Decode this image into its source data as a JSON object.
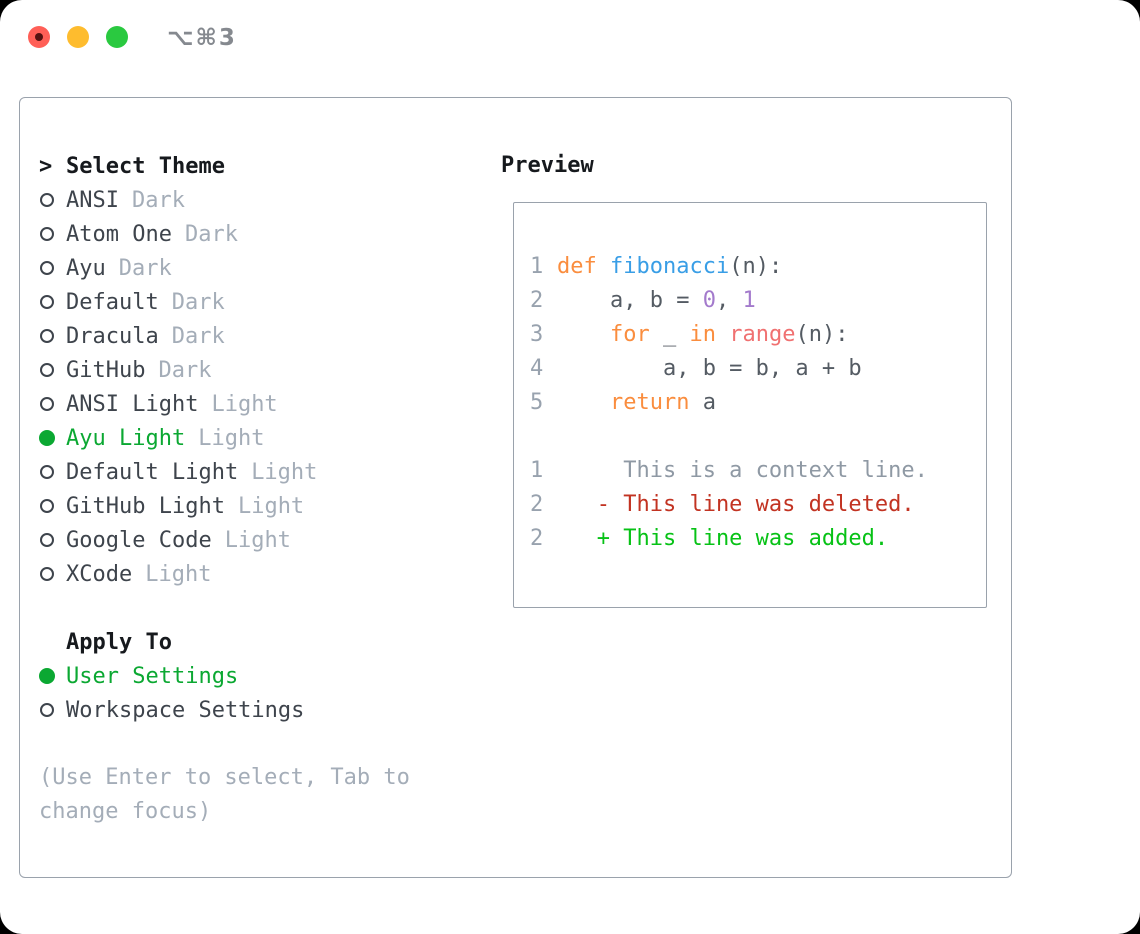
{
  "window": {
    "title": "⌥⌘3",
    "controls": [
      "close-button",
      "minimize-button",
      "zoom-button"
    ]
  },
  "theme_list": {
    "header_prefix": ">",
    "header": "Select Theme",
    "items": [
      {
        "name": "ANSI",
        "variant": "Dark",
        "selected": false
      },
      {
        "name": "Atom One",
        "variant": "Dark",
        "selected": false
      },
      {
        "name": "Ayu",
        "variant": "Dark",
        "selected": false
      },
      {
        "name": "Default",
        "variant": "Dark",
        "selected": false
      },
      {
        "name": "Dracula",
        "variant": "Dark",
        "selected": false
      },
      {
        "name": "GitHub",
        "variant": "Dark",
        "selected": false
      },
      {
        "name": "ANSI Light",
        "variant": "Light",
        "selected": false
      },
      {
        "name": "Ayu Light",
        "variant": "Light",
        "selected": true
      },
      {
        "name": "Default Light",
        "variant": "Light",
        "selected": false
      },
      {
        "name": "GitHub Light",
        "variant": "Light",
        "selected": false
      },
      {
        "name": "Google Code",
        "variant": "Light",
        "selected": false
      },
      {
        "name": "XCode",
        "variant": "Light",
        "selected": false
      }
    ]
  },
  "apply_to": {
    "header": "Apply To",
    "options": [
      {
        "label": "User Settings",
        "selected": true
      },
      {
        "label": "Workspace Settings",
        "selected": false
      }
    ]
  },
  "hint": {
    "line1": "(Use Enter to select, Tab to",
    "line2": "change focus)"
  },
  "preview": {
    "label": "Preview",
    "lines": [
      {
        "num": "1",
        "segments": [
          {
            "t": "def",
            "c": "keyword_orange"
          },
          {
            "t": " ",
            "c": "code_fg"
          },
          {
            "t": "fibonacci",
            "c": "function_blue"
          },
          {
            "t": "(n):",
            "c": "code_fg"
          }
        ]
      },
      {
        "num": "2",
        "segments": [
          {
            "t": "    a, b = ",
            "c": "code_fg"
          },
          {
            "t": "0",
            "c": "number_purple"
          },
          {
            "t": ", ",
            "c": "code_fg"
          },
          {
            "t": "1",
            "c": "number_purple"
          }
        ]
      },
      {
        "num": "3",
        "segments": [
          {
            "t": "    ",
            "c": "code_fg"
          },
          {
            "t": "for",
            "c": "keyword_orange"
          },
          {
            "t": " _ ",
            "c": "code_fg"
          },
          {
            "t": "in",
            "c": "keyword_orange"
          },
          {
            "t": " ",
            "c": "code_fg"
          },
          {
            "t": "range",
            "c": "builtin_salmon"
          },
          {
            "t": "(n):",
            "c": "code_fg"
          }
        ]
      },
      {
        "num": "4",
        "segments": [
          {
            "t": "        a, b = b, a + b",
            "c": "code_fg"
          }
        ]
      },
      {
        "num": "5",
        "segments": [
          {
            "t": "    ",
            "c": "code_fg"
          },
          {
            "t": "return",
            "c": "keyword_orange"
          },
          {
            "t": " a",
            "c": "code_fg"
          }
        ]
      },
      {
        "num": "",
        "segments": []
      },
      {
        "num": "1",
        "segments": [
          {
            "t": "     This is a context line.",
            "c": "context_gray"
          }
        ]
      },
      {
        "num": "2",
        "segments": [
          {
            "t": "   - This line was deleted.",
            "c": "deleted_red"
          }
        ]
      },
      {
        "num": "2",
        "segments": [
          {
            "t": "   + This line was added.",
            "c": "added_green"
          }
        ]
      }
    ]
  },
  "colors": {
    "accent_green": "#0ba832",
    "added_green": "#07c216",
    "deleted_red": "#c23322",
    "keyword_orange": "#fa8d3e",
    "function_blue": "#399ee6",
    "number_purple": "#a37acc",
    "builtin_salmon": "#f07171",
    "code_fg": "#545b63",
    "context_gray": "#8f99a4",
    "gutter_gray": "#98a2ae",
    "muted_gray": "#a4adb8",
    "text_dark": "#3e444c",
    "heading_black": "#16191d",
    "border_gray": "#9aa2ac",
    "titlebar_gray": "#85898f",
    "traffic_red": "#ff5f57",
    "traffic_red_dot": "#541211",
    "traffic_yellow": "#febc2e",
    "traffic_green": "#2ac940"
  }
}
